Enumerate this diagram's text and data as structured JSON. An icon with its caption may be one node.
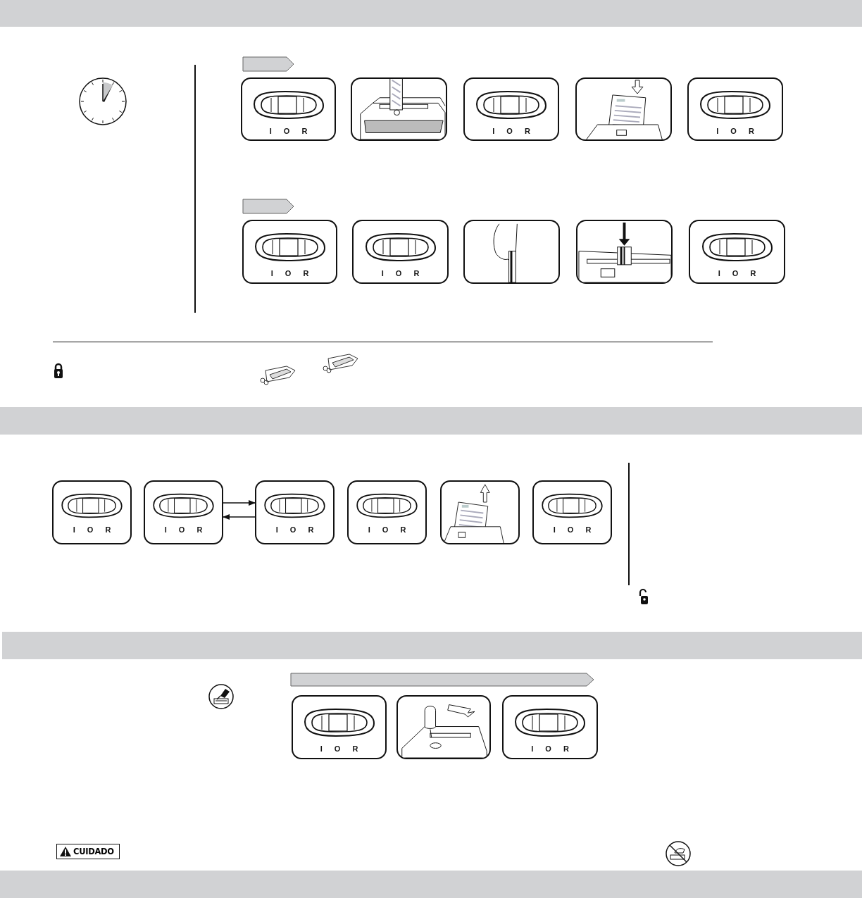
{
  "diagram": {
    "nodes": [
      {
        "text": [],
        "shape": "arrow"
      },
      {
        "text": [
          "I O R"
        ]
      },
      {
        "text": [],
        "shape": "picture"
      },
      {
        "text": [
          "I O R"
        ]
      },
      {
        "text": [],
        "shape": "picture"
      },
      {
        "text": [
          "I O R"
        ]
      },
      {
        "text": [],
        "shape": "arrow"
      },
      {
        "text": [
          "I O R"
        ]
      },
      {
        "text": [
          "I O R"
        ]
      },
      {
        "text": [],
        "shape": "picture"
      },
      {
        "text": [],
        "shape": "picture"
      },
      {
        "text": [
          "I O R"
        ]
      },
      {
        "text": [
          "I O R"
        ]
      },
      {
        "text": [
          "I O R"
        ]
      },
      {
        "text": [
          "I O R"
        ]
      },
      {
        "text": [
          "I O R"
        ]
      },
      {
        "text": [],
        "shape": "picture"
      },
      {
        "text": [
          "I O R"
        ]
      },
      {
        "text": [],
        "shape": "arrow"
      },
      {
        "text": [
          "I O R"
        ]
      },
      {
        "text": [],
        "shape": "picture"
      },
      {
        "text": [
          "I O R"
        ]
      }
    ],
    "edges": [
      {
        "from": 13,
        "to": 14,
        "arrow": "to"
      },
      {
        "from": 14,
        "to": 13,
        "arrow": "to"
      }
    ],
    "labels": [
      "CUIDADO"
    ]
  }
}
